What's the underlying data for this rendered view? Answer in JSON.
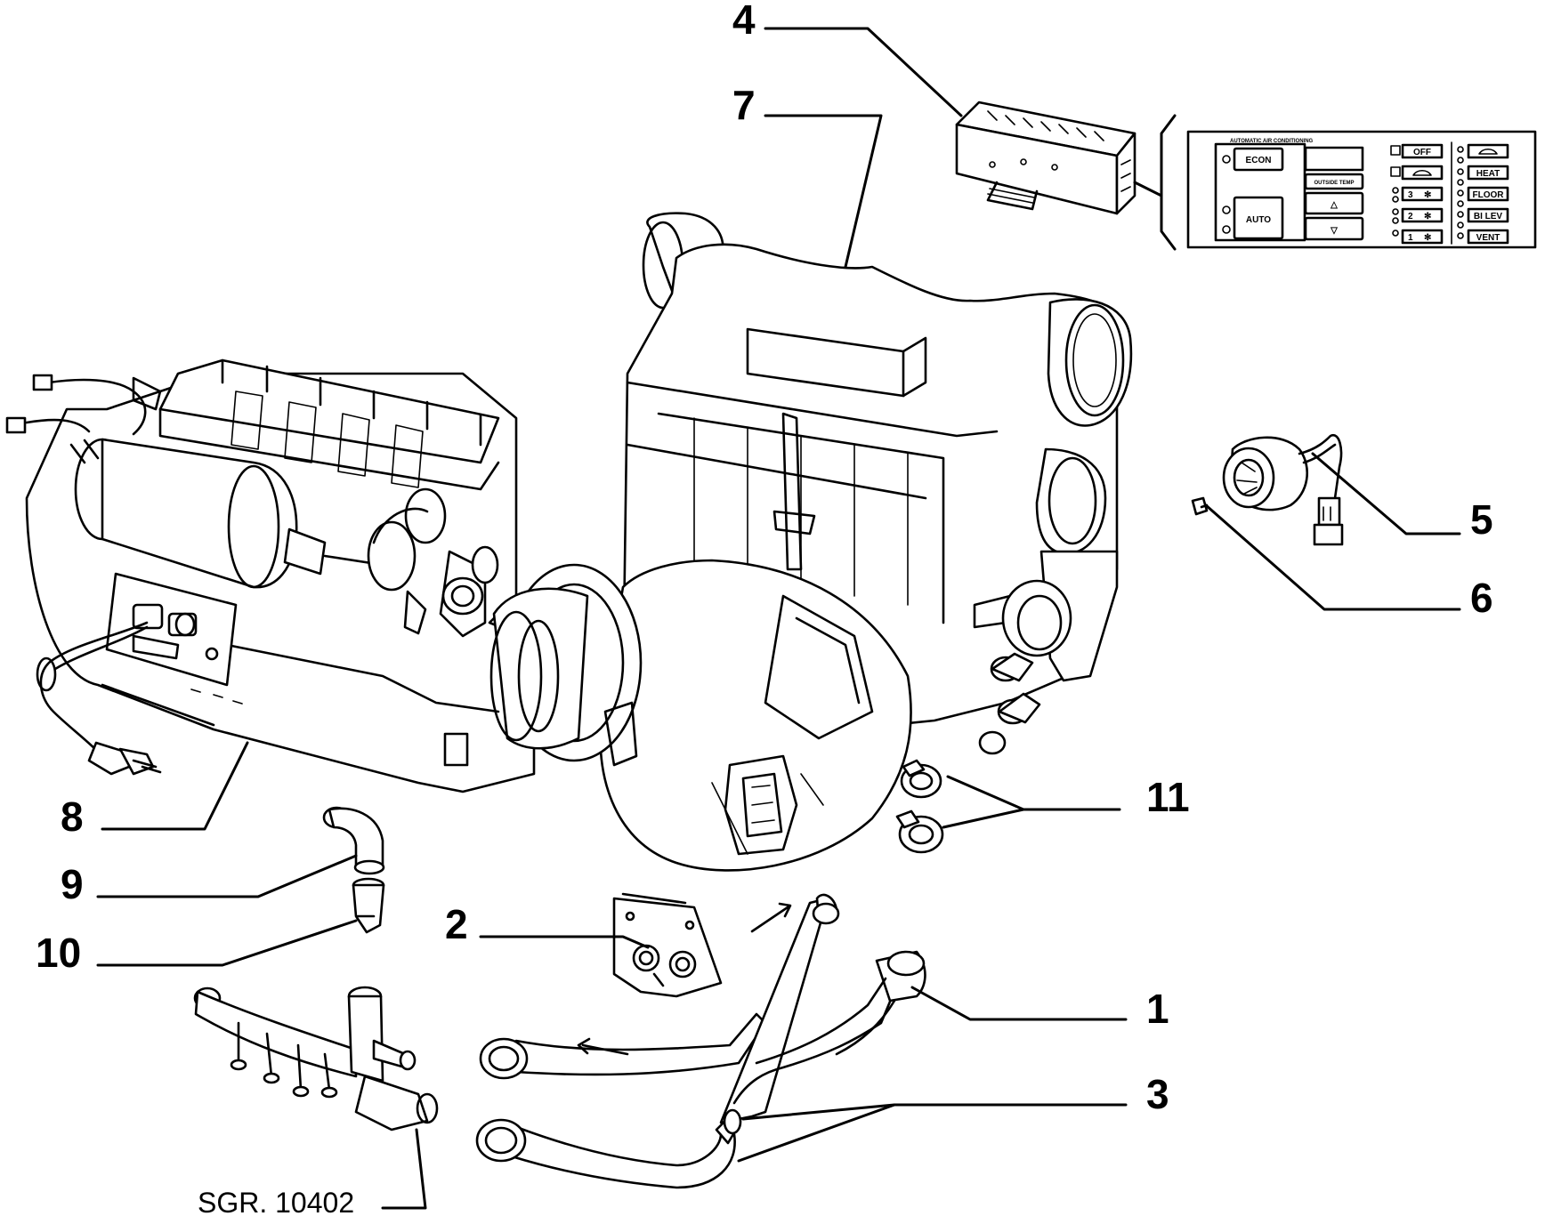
{
  "diagram": {
    "reference_code": "SGR. 10402",
    "callouts": [
      "1",
      "2",
      "3",
      "4",
      "5",
      "6",
      "7",
      "8",
      "9",
      "10",
      "11"
    ],
    "control_panel": {
      "heading": "AUTOMATIC AIR CONDITIONING",
      "buttons": {
        "econ": "ECON",
        "auto": "AUTO",
        "outside_temp": "OUTSIDE TEMP",
        "up_arrow": "△",
        "down_arrow": "▽",
        "off": "OFF",
        "fan3": "3",
        "fan2": "2",
        "fan1": "1",
        "heat": "HEAT",
        "floor": "FLOOR",
        "bilev": "BI LEV",
        "vent": "VENT"
      },
      "icons": [
        "fan-icon",
        "car-recirculation-icon",
        "defrost-icon"
      ]
    }
  }
}
